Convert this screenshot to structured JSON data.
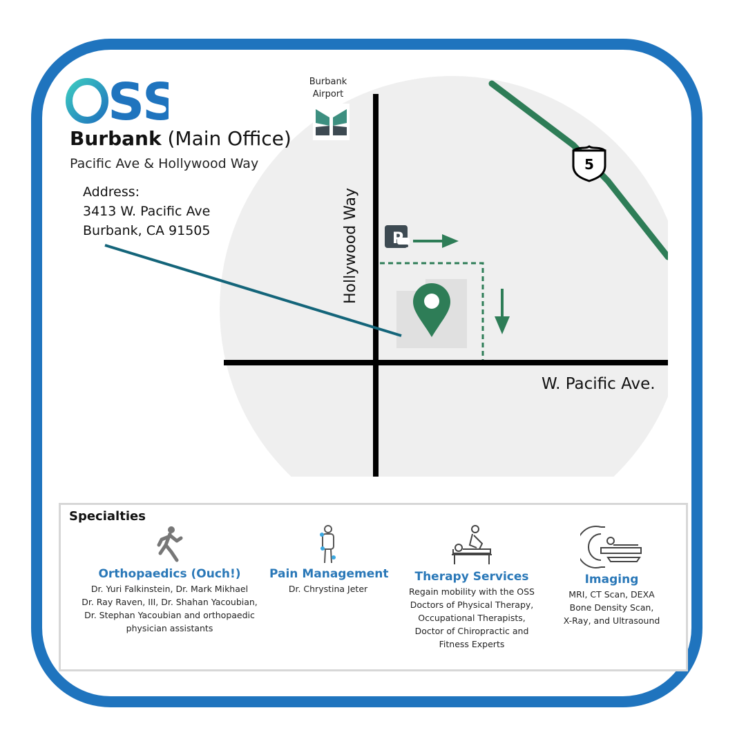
{
  "logo": {
    "text": "OSS",
    "colors": [
      "#1fb5b0",
      "#1f74be"
    ]
  },
  "office": {
    "city": "Burbank",
    "label": "(Main Office)",
    "cross_streets": "Pacific Ave & Hollywood Way",
    "address_label": "Address:",
    "address_line1": "3413 W. Pacific Ave",
    "address_line2": "Burbank, CA 91505"
  },
  "map": {
    "airport_line1": "Burbank",
    "airport_line2": "Airport",
    "street_vertical": "Hollywood Way",
    "street_horizontal": "W. Pacific Ave.",
    "highway_shield": "5",
    "parking_icon": "parking-icon",
    "location_pin_icon": "map-pin-icon",
    "route_color": "#2e7d57",
    "pointer_color": "#14657a"
  },
  "specialties": {
    "heading": "Specialties",
    "items": [
      {
        "icon": "runner-icon",
        "name": "Orthopaedics (Ouch!)",
        "lines": [
          "Dr. Yuri Falkinstein, Dr. Mark Mikhael",
          "Dr. Ray Raven, III, Dr. Shahan Yacoubian,",
          "Dr. Stephan Yacoubian and orthopaedic",
          "physician assistants"
        ]
      },
      {
        "icon": "body-pain-icon",
        "name": "Pain Management",
        "lines": [
          "Dr. Chrystina Jeter"
        ]
      },
      {
        "icon": "massage-therapy-icon",
        "name": "Therapy Services",
        "lines": [
          "Regain mobility with the OSS",
          "Doctors of Physical Therapy,",
          "Occupational Therapists,",
          "Doctor of Chiropractic and",
          "Fitness Experts"
        ]
      },
      {
        "icon": "mri-scanner-icon",
        "name": "Imaging",
        "lines": [
          "MRI, CT Scan, DEXA",
          "Bone Density Scan,",
          "X-Ray, and Ultrasound"
        ]
      }
    ]
  }
}
